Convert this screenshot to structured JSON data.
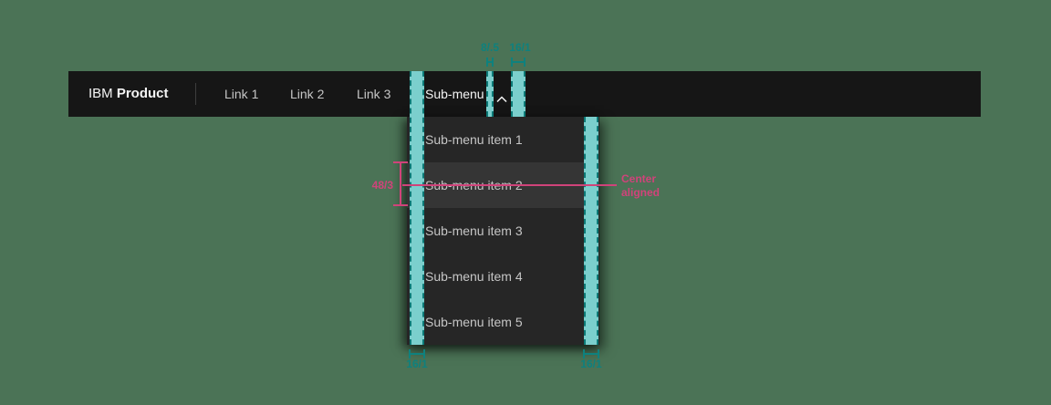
{
  "colors": {
    "bg": "#4b7356",
    "header_bg": "#161616",
    "panel_bg": "#262626",
    "row_highlight": "#353535",
    "text_primary": "#f4f4f4",
    "text_secondary": "#c6c6c6",
    "teal_fill": "#7bcfcd",
    "teal_dash": "#0c7a77",
    "teal_line": "#0e817e",
    "pink": "#d0437a"
  },
  "header": {
    "brand_prefix": "IBM",
    "brand_name": "Product",
    "links": [
      {
        "label": "Link 1"
      },
      {
        "label": "Link 2"
      },
      {
        "label": "Link 3"
      }
    ],
    "submenu_label": "Sub-menu"
  },
  "dropdown": {
    "items": [
      "Sub-menu item 1",
      "Sub-menu item 2",
      "Sub-menu item 3",
      "Sub-menu item 4",
      "Sub-menu item 5"
    ],
    "highlighted_index": 1
  },
  "annotations": {
    "top_gap_label": "8/.5",
    "top_padding_label": "16/1",
    "bottom_left_padding_label": "16/1",
    "bottom_right_padding_label": "16/1",
    "item_height_label": "48/3",
    "center_aligned_label": "Center\naligned"
  }
}
